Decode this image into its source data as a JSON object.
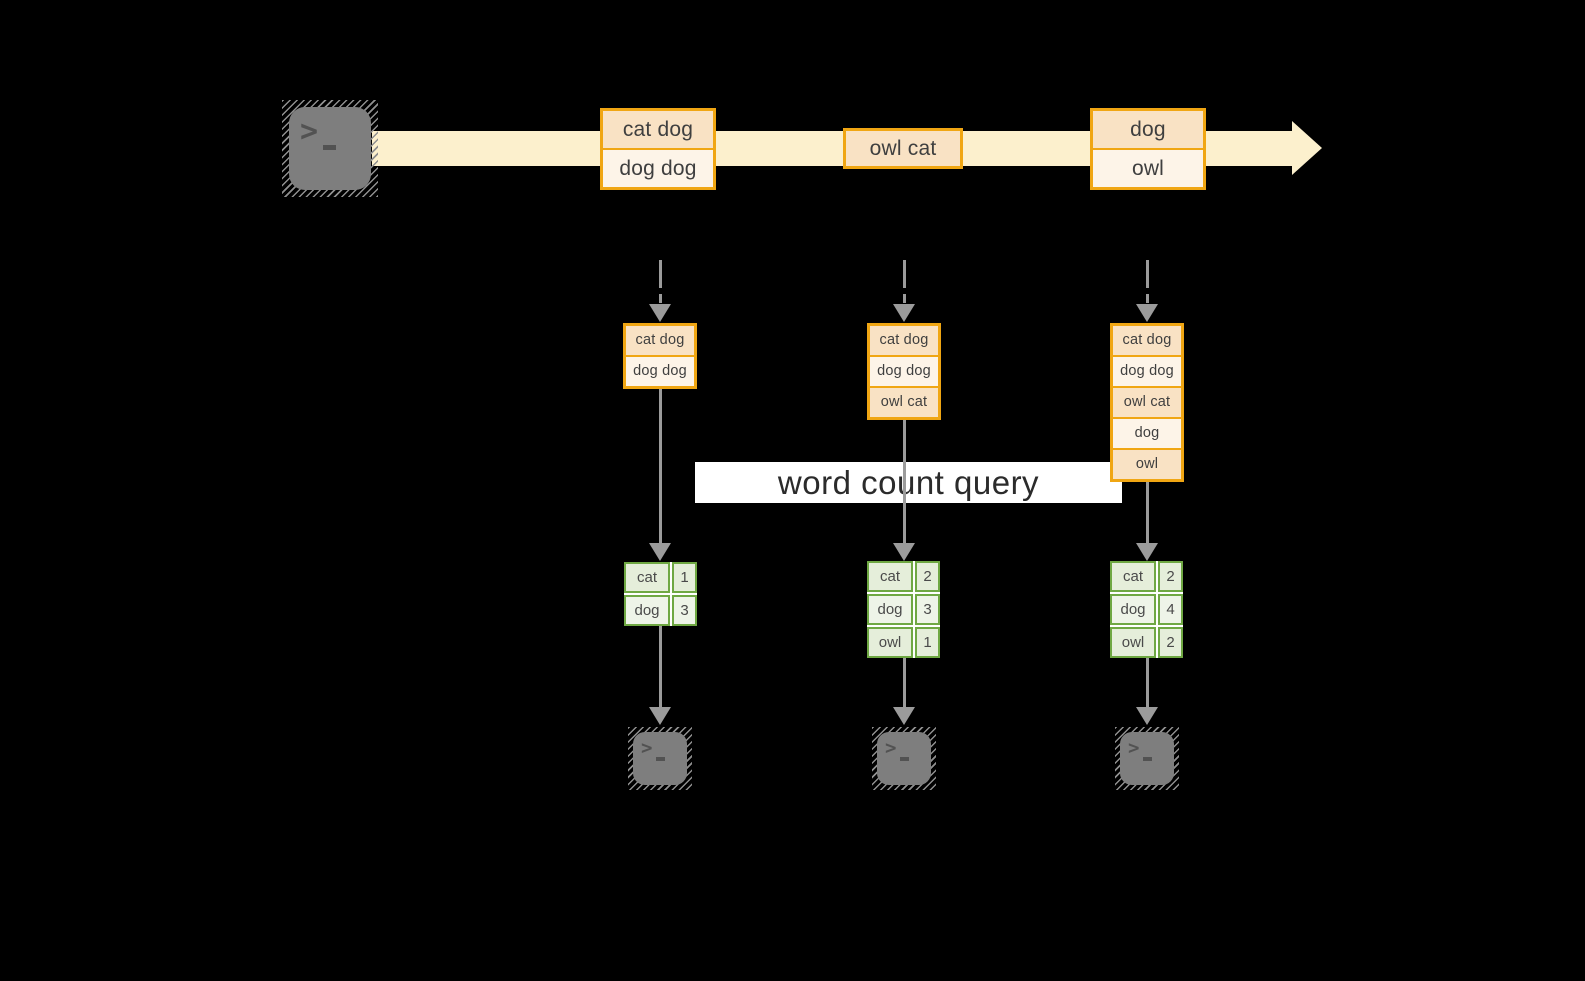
{
  "query_label": "word count query",
  "stream": {
    "source_icon": "terminal-icon",
    "batches": [
      {
        "items": [
          "cat dog",
          "dog dog"
        ]
      },
      {
        "items": [
          "owl cat"
        ]
      },
      {
        "items": [
          "dog",
          "owl"
        ]
      }
    ]
  },
  "columns": [
    {
      "state": [
        "cat dog",
        "dog dog"
      ],
      "counts": [
        {
          "word": "cat",
          "count": "1"
        },
        {
          "word": "dog",
          "count": "3"
        }
      ]
    },
    {
      "state": [
        "cat dog",
        "dog dog",
        "owl cat"
      ],
      "counts": [
        {
          "word": "cat",
          "count": "2"
        },
        {
          "word": "dog",
          "count": "3"
        },
        {
          "word": "owl",
          "count": "1"
        }
      ]
    },
    {
      "state": [
        "cat dog",
        "dog dog",
        "owl cat",
        "dog",
        "owl"
      ],
      "counts": [
        {
          "word": "cat",
          "count": "2"
        },
        {
          "word": "dog",
          "count": "4"
        },
        {
          "word": "owl",
          "count": "2"
        }
      ]
    }
  ],
  "colors": {
    "background": "#000000",
    "stream_band": "#fcf0cd",
    "record_border": "#f0a613",
    "record_fill_dark": "#f9e2c4",
    "record_fill_light": "#fdf4e8",
    "table_border": "#6fa843",
    "table_fill_dark": "#e5eeda",
    "table_fill_light": "#eef4e8",
    "arrow_gray": "#9b9b9b",
    "terminal_gray": "#7e7e7e"
  }
}
